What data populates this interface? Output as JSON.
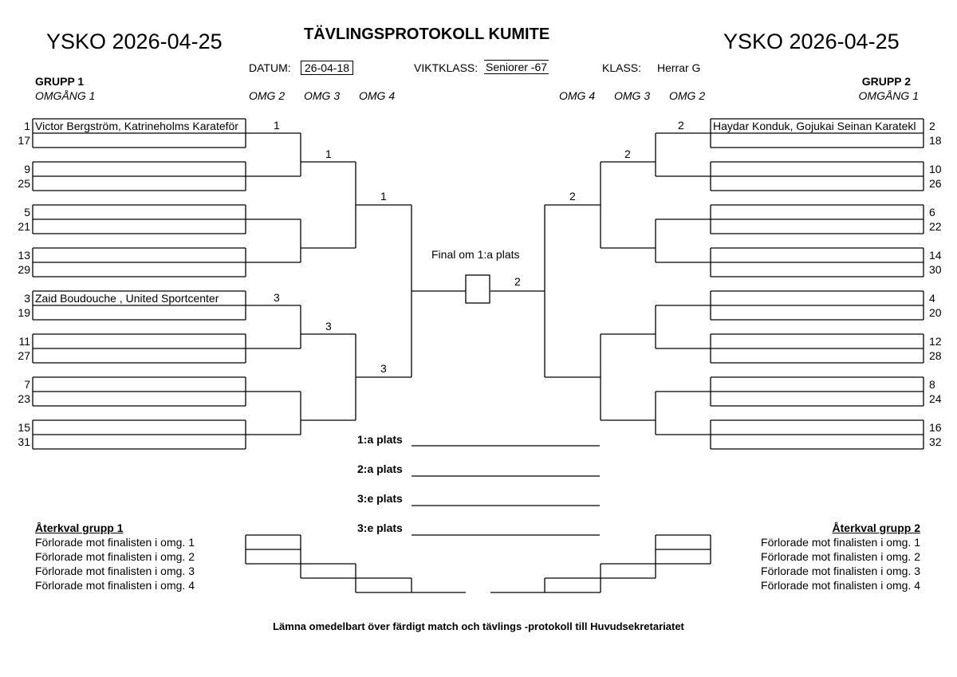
{
  "header": {
    "event_left": "YSKO 2026-04-25",
    "event_right": "YSKO 2026-04-25",
    "title": "TÄVLINGSPROTOKOLL KUMITE",
    "datum_label": "DATUM:",
    "datum_value": "26-04-18",
    "viktklass_label": "VIKTKLASS:",
    "viktklass_value": "Seniorer -67",
    "klass_label": "KLASS:",
    "klass_value": "Herrar G"
  },
  "group1": {
    "title": "GRUPP 1",
    "round1": "OMGÅNG 1",
    "rounds": [
      "OMG 2",
      "OMG 3",
      "OMG 4"
    ],
    "seeds": [
      "1",
      "17",
      "9",
      "25",
      "5",
      "21",
      "13",
      "29",
      "3",
      "19",
      "11",
      "27",
      "7",
      "23",
      "15",
      "31"
    ],
    "entries": {
      "0": "Victor Bergström, Katrineholms Karateför",
      "8": "Zaid Boudouche , United Sportcenter"
    },
    "winners": {
      "r2": [
        "1",
        "",
        "3",
        ""
      ],
      "r3": [
        "1",
        "3"
      ],
      "r4": [
        "1",
        "3"
      ]
    }
  },
  "group2": {
    "title": "GRUPP 2",
    "round1": "OMGÅNG 1",
    "rounds": [
      "OMG 2",
      "OMG 3",
      "OMG 4"
    ],
    "seeds": [
      "2",
      "18",
      "10",
      "26",
      "6",
      "22",
      "14",
      "30",
      "4",
      "20",
      "12",
      "28",
      "8",
      "24",
      "16",
      "32"
    ],
    "entries": {
      "0": "Haydar Konduk, Gojukai Seinan Karatekl"
    },
    "winners": {
      "r2": [
        "2"
      ],
      "r3": [
        "2"
      ],
      "r4": [
        "2"
      ]
    }
  },
  "final": {
    "label": "Final om 1:a plats",
    "winner": "2"
  },
  "placings": [
    {
      "label": "1:a plats",
      "value": ""
    },
    {
      "label": "2:a plats",
      "value": ""
    },
    {
      "label": "3:e plats",
      "value": ""
    },
    {
      "label": "3:e plats",
      "value": ""
    }
  ],
  "repechage1": {
    "title": "Återkval grupp 1",
    "rows": [
      "Förlorade mot finalisten i omg. 1",
      "Förlorade mot finalisten i omg. 2",
      "Förlorade mot finalisten i omg. 3",
      "Förlorade mot finalisten i omg. 4"
    ]
  },
  "repechage2": {
    "title": "Återkval grupp 2",
    "rows": [
      "Förlorade mot finalisten i omg. 1",
      "Förlorade mot finalisten i omg. 2",
      "Förlorade mot finalisten i omg. 3",
      "Förlorade mot finalisten i omg. 4"
    ]
  },
  "footer": "Lämna omedelbart över färdigt match och tävlings -protokoll till Huvudsekretariatet"
}
